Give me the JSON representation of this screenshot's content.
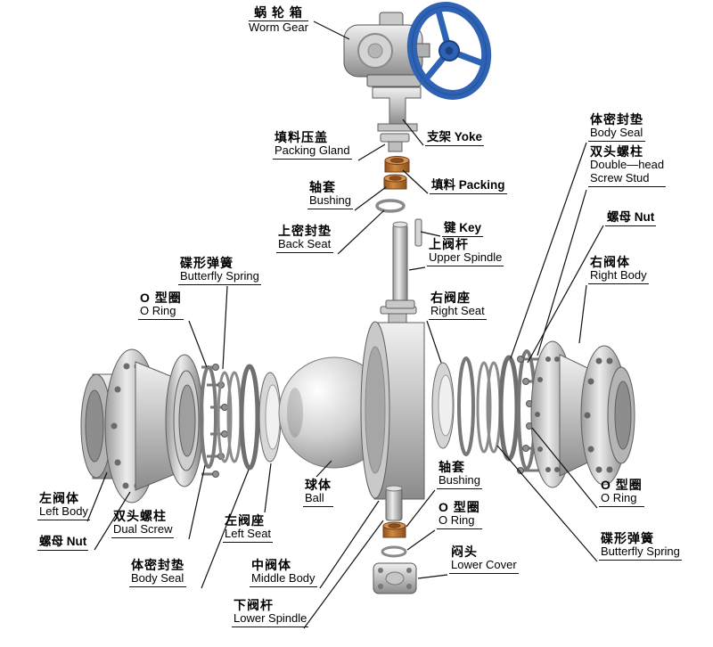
{
  "figure": {
    "kind": "exploded-parts-diagram",
    "subject": "trunnion ball valve with worm gear actuator"
  },
  "colors": {
    "handwheel_blue": "#2e62b4",
    "handwheel_blue_dark": "#1d4280",
    "packing_brown": "#b06a2a",
    "metal_light": "#ececec",
    "metal_dark": "#8b8b8b",
    "leader_line": "#111111"
  },
  "labels": {
    "worm_gear": {
      "lines": [
        "蜗 轮 箱",
        "Worm Gear"
      ]
    },
    "packing_gland": {
      "lines": [
        "填料压盖",
        "Packing Gland"
      ]
    },
    "yoke": {
      "lines": [
        "支架 Yoke"
      ]
    },
    "bushing_top": {
      "lines": [
        "轴套",
        "Bushing"
      ]
    },
    "packing": {
      "lines": [
        "填料 Packing"
      ]
    },
    "back_seat": {
      "lines": [
        "上密封垫",
        "Back Seat"
      ]
    },
    "key": {
      "lines": [
        "键 Key"
      ]
    },
    "upper_spindle": {
      "lines": [
        "上阀杆",
        "Upper Spindle"
      ]
    },
    "butterfly_spring_left": {
      "lines": [
        "碟形弹簧",
        "Butterfly Spring"
      ]
    },
    "o_ring_upper_left": {
      "lines": [
        "O 型圈",
        "O Ring"
      ]
    },
    "right_seat": {
      "lines": [
        "右阀座",
        "Right Seat"
      ]
    },
    "body_seal_right": {
      "lines": [
        "体密封垫",
        "Body Seal"
      ]
    },
    "double_head_screw_stud": {
      "lines": [
        "双头螺柱",
        "Double—head",
        "Screw Stud"
      ]
    },
    "nut_right": {
      "lines": [
        "螺母 Nut"
      ]
    },
    "right_body": {
      "lines": [
        "右阀体",
        "Right Body"
      ]
    },
    "left_body": {
      "lines": [
        "左阀体",
        "Left Body"
      ]
    },
    "dual_screw": {
      "lines": [
        "双头螺柱",
        "Dual Screw"
      ]
    },
    "nut_left": {
      "lines": [
        "螺母 Nut"
      ]
    },
    "body_seal_left": {
      "lines": [
        "体密封垫",
        "Body Seal"
      ]
    },
    "ball": {
      "lines": [
        "球体",
        "Ball"
      ]
    },
    "left_seat": {
      "lines": [
        "左阀座",
        "Left Seat"
      ]
    },
    "middle_body": {
      "lines": [
        "中阀体",
        "Middle Body"
      ]
    },
    "bushing_bottom": {
      "lines": [
        "轴套",
        "Bushing"
      ]
    },
    "o_ring_bottom": {
      "lines": [
        "O 型圈",
        "O Ring"
      ]
    },
    "lower_cover": {
      "lines": [
        "闷头",
        "Lower Cover"
      ]
    },
    "lower_spindle": {
      "lines": [
        "下阀杆",
        "Lower Spindle"
      ]
    },
    "o_ring_right": {
      "lines": [
        "O 型圈",
        "O Ring"
      ]
    },
    "butterfly_spring_right": {
      "lines": [
        "碟形弹簧",
        "Butterfly Spring"
      ]
    }
  }
}
